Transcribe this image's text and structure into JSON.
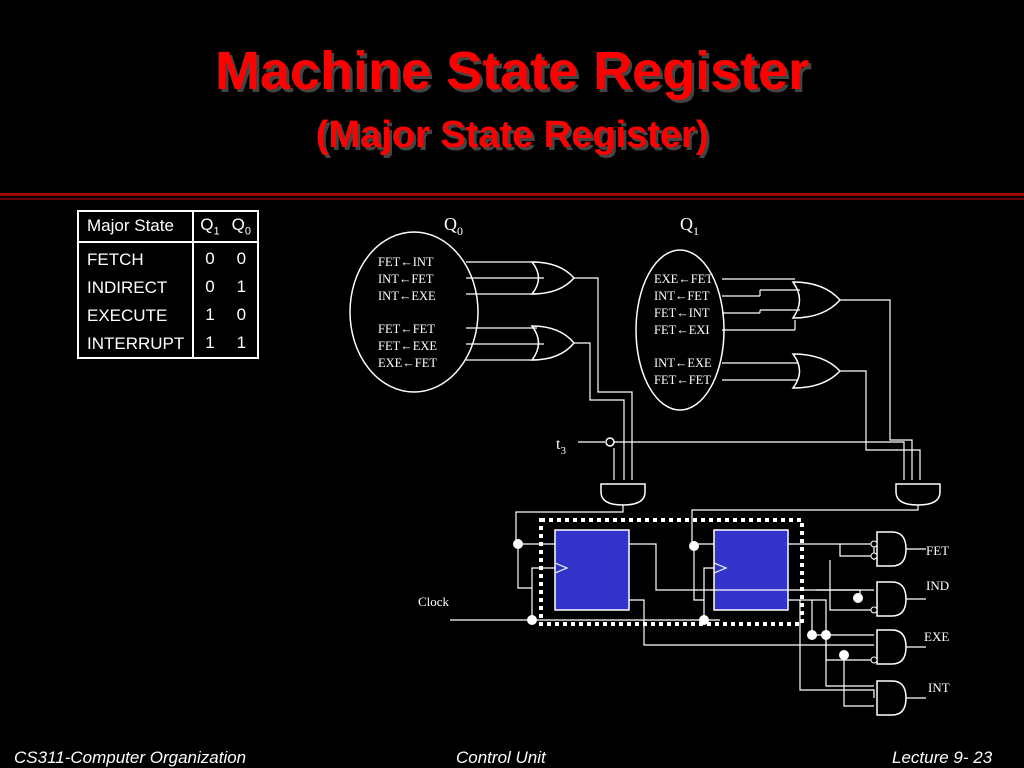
{
  "slide": {
    "title": "Machine State Register",
    "subtitle": "(Major State Register)"
  },
  "state_table": {
    "header_state": "Major State",
    "header_q1": "Q",
    "header_q1_sub": "1",
    "header_q0": "Q",
    "header_q0_sub": "0",
    "rows": [
      {
        "state": "FETCH",
        "q1": "0",
        "q0": "0"
      },
      {
        "state": "INDIRECT",
        "q1": "0",
        "q0": "1"
      },
      {
        "state": "EXECUTE",
        "q1": "1",
        "q0": "0"
      },
      {
        "state": "INTERRUPT",
        "q1": "1",
        "q0": "1"
      }
    ]
  },
  "circuit": {
    "q0_label": "Q",
    "q0_sub": "0",
    "q1_label": "Q",
    "q1_sub": "1",
    "t3_label": "t",
    "t3_sub": "3",
    "clock_label": "Clock",
    "q0_inputs": [
      "FET←INT",
      "INT←FET",
      "INT←EXE",
      "FET←FET",
      "FET←EXE",
      "EXE←FET"
    ],
    "q1_inputs": [
      "EXE←FET",
      "INT←FET",
      "FET←INT",
      "FET←EXI",
      "INT←EXE",
      "FET←FET"
    ],
    "outputs": [
      "FET",
      "IND",
      "EXE",
      "INT"
    ],
    "colors": {
      "flipflop": "#3333cc",
      "wire": "#ffffff",
      "title": "#ff0000"
    }
  },
  "footer": {
    "left": "CS311-Computer Organization",
    "center": "Control Unit",
    "right": "Lecture 9- 23"
  }
}
